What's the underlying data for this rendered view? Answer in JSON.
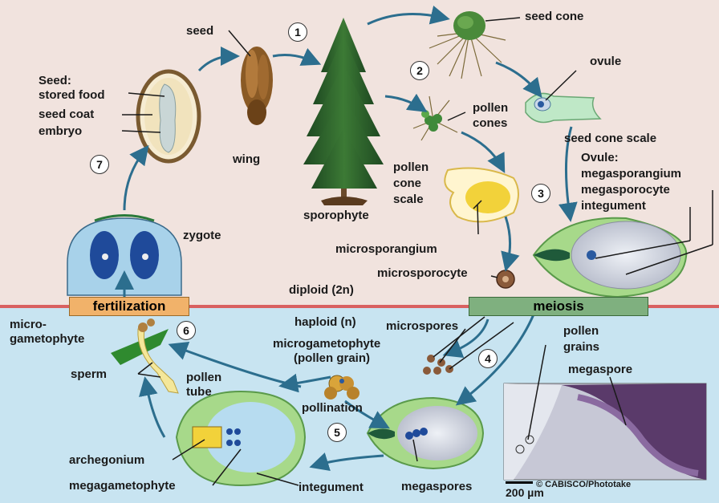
{
  "colors": {
    "diploid_bg": "#f1e3de",
    "haploid_bg": "#c8e4f1",
    "divider": "#d96060",
    "fertilization_bar": "#f1b26a",
    "meiosis_bar": "#7fb07f",
    "arrow": "#2c6e8e"
  },
  "phases": {
    "diploid": "diploid (2n)",
    "haploid": "haploid (n)"
  },
  "bars": {
    "fertilization": "fertilization",
    "meiosis": "meiosis"
  },
  "steps": [
    "1",
    "2",
    "3",
    "4",
    "5",
    "6",
    "7"
  ],
  "labels": {
    "seed": "seed",
    "wing": "wing",
    "seed_cone": "seed cone",
    "ovule": "ovule",
    "pollen_cones_1": "pollen",
    "pollen_cones_2": "cones",
    "seed_cone_scale": "seed cone scale",
    "ovule_header": "Ovule:",
    "megasporangium": "megasporangium",
    "megasporocyte": "megasporocyte",
    "integument_top": "integument",
    "pollen_cone_scale_1": "pollen",
    "pollen_cone_scale_2": "cone",
    "pollen_cone_scale_3": "scale",
    "sporophyte": "sporophyte",
    "microsporangium": "microsporangium",
    "microsporocyte": "microsporocyte",
    "seed_header": "Seed:",
    "stored_food": "stored food",
    "seed_coat": "seed coat",
    "embryo": "embryo",
    "zygote": "zygote",
    "microgametophyte_short_1": "micro-",
    "microgametophyte_short_2": "gametophyte",
    "microspores": "microspores",
    "microgametophyte_long_1": "microgametophyte",
    "microgametophyte_long_2": "(pollen grain)",
    "pollen_grains_1": "pollen",
    "pollen_grains_2": "grains",
    "megaspore": "megaspore",
    "sperm": "sperm",
    "pollen_tube_1": "pollen",
    "pollen_tube_2": "tube",
    "pollination": "pollination",
    "archegonium": "archegonium",
    "megagametophyte": "megagametophyte",
    "integument_bottom": "integument",
    "megaspores": "megaspores",
    "credit": "© CABISCO/Phototake",
    "scale_bar": "200 µm"
  }
}
